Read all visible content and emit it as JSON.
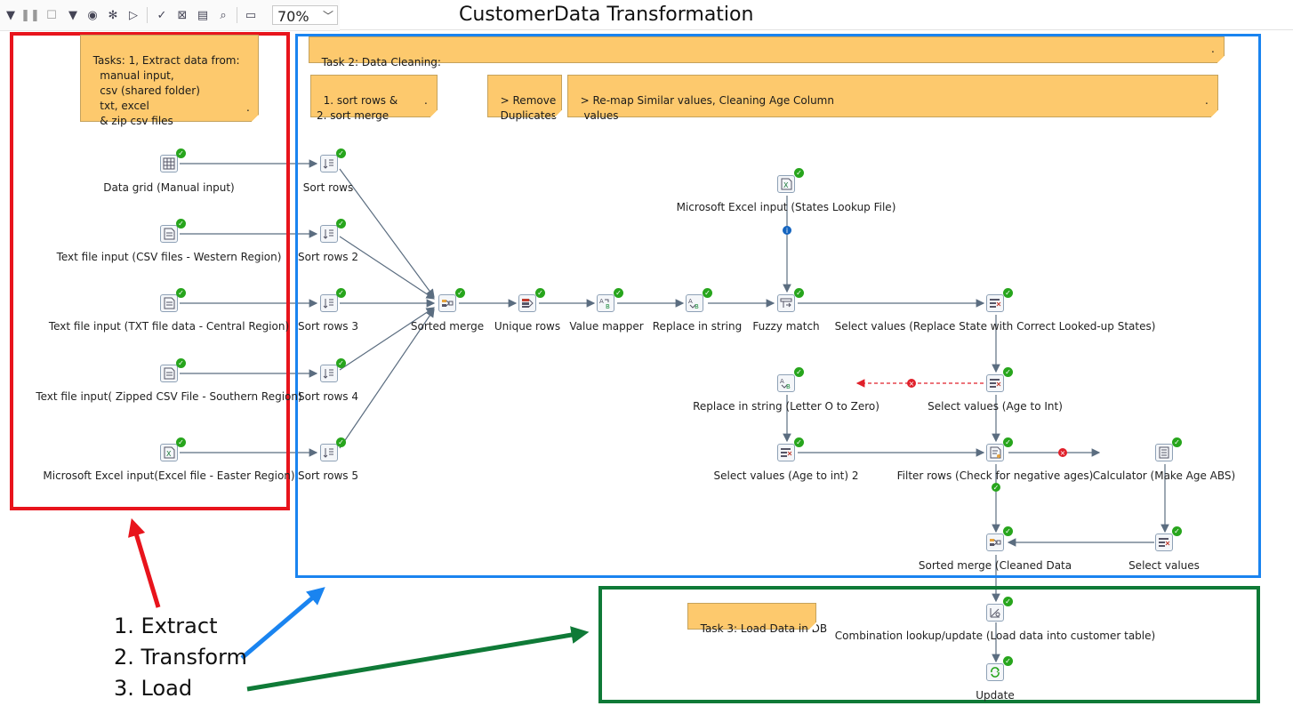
{
  "toolbar": {
    "zoom": "70%",
    "icons": [
      "run-dropdown-icon",
      "pause-icon",
      "stop-icon",
      "preview-dropdown-icon",
      "preview-icon",
      "debug-icon",
      "replay-icon",
      "verify-icon",
      "impact-icon",
      "sql-icon",
      "explore-db-icon",
      "show-results-icon"
    ]
  },
  "title": "CustomerData Transformation",
  "notes": {
    "task1": "Tasks: 1, Extract data from:\n    manual input,\n    csv (shared folder)\n    txt, excel\n    & zip csv files",
    "task1_dot": ".",
    "task2": "Task 2: Data Cleaning:",
    "task2_dot": ".",
    "sort": "1. sort rows &\n2. sort merge",
    "sort_dot": ".",
    "dupes": "> Remove\n  Duplicates",
    "remap": "> Re-map Similar values, Cleaning Age Column\n   values",
    "remap_dot": ".",
    "task3": "Task 3: Load Data in DB"
  },
  "steps": {
    "data_grid": "Data grid (Manual input)",
    "text_csv_western": "Text file input (CSV files - Western Region)",
    "text_txt_central": "Text file input (TXT file data - Central Region)",
    "text_zip_southern": "Text file input( Zipped CSV File - Southern Region)",
    "excel_easter": "Microsoft Excel input(Excel file - Easter Region)",
    "sort1": "Sort rows",
    "sort2": "Sort rows 2",
    "sort3": "Sort rows 3",
    "sort4": "Sort rows 4",
    "sort5": "Sort rows 5",
    "sorted_merge": "Sorted merge",
    "unique_rows": "Unique rows",
    "value_mapper": "Value mapper",
    "replace_in_string": "Replace in string",
    "fuzzy_match": "Fuzzy match",
    "excel_states": "Microsoft Excel input (States Lookup File)",
    "select_replace_state": "Select values (Replace State with Correct Looked-up States)",
    "select_age_to_int": "Select values (Age to Int)",
    "replace_letter_o": "Replace in string (Letter O to Zero)",
    "select_age_to_int_2": "Select values (Age to int) 2",
    "filter_negative": "Filter rows (Check for negative ages)",
    "calculator": "Calculator (Make Age ABS)",
    "select_values": "Select values",
    "sorted_merge_cleaned": "Sorted merge (Cleaned Data",
    "combination_lookup": "Combination lookup/update (Load data into customer table)",
    "update": "Update"
  },
  "legend": {
    "extract": "1. Extract",
    "transform": "2. Transform",
    "load": "3. Load"
  },
  "colors": {
    "extract_frame": "#e8141c",
    "transform_frame": "#1a84f0",
    "load_frame": "#0f7a37",
    "note": "#fdc96d",
    "hop": "#5b6d80",
    "error_hop": "#e0202a",
    "ok_badge": "#27a51c"
  }
}
